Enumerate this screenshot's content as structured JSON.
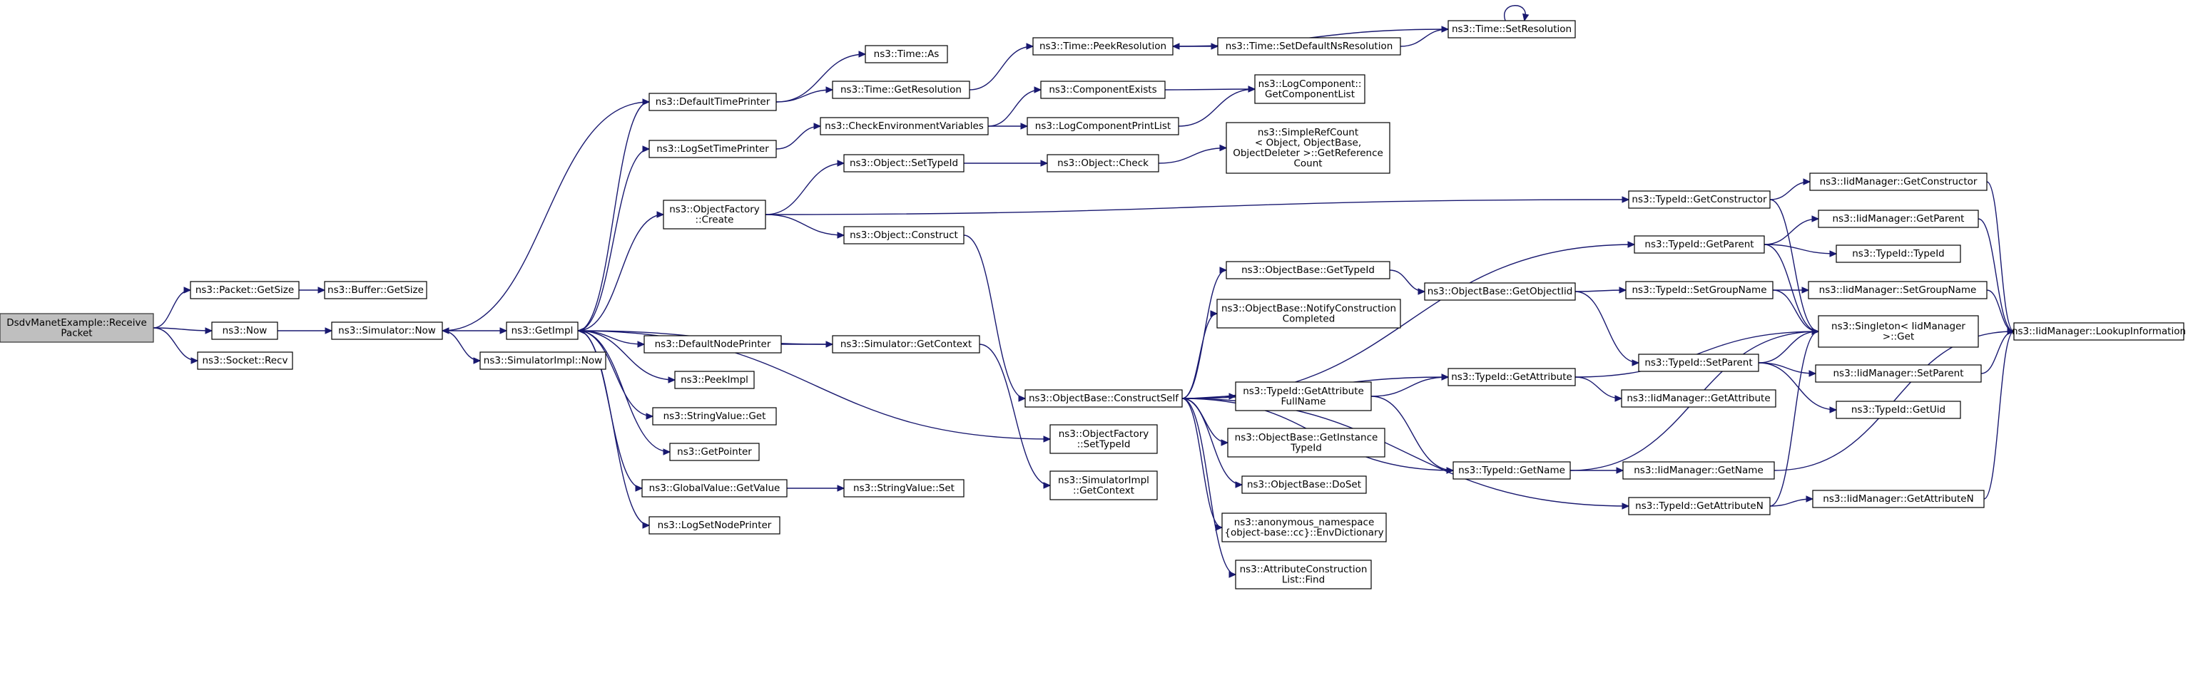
{
  "graph": {
    "nodes": [
      {
        "id": "root",
        "lines": [
          "DsdvManetExample::Receive",
          "Packet"
        ],
        "root": true
      },
      {
        "id": "pkt_getsize",
        "lines": [
          "ns3::Packet::GetSize"
        ]
      },
      {
        "id": "now",
        "lines": [
          "ns3::Now"
        ]
      },
      {
        "id": "sock_recv",
        "lines": [
          "ns3::Socket::Recv"
        ]
      },
      {
        "id": "buf_getsize",
        "lines": [
          "ns3::Buffer::GetSize"
        ]
      },
      {
        "id": "sim_now",
        "lines": [
          "ns3::Simulator::Now"
        ]
      },
      {
        "id": "getimpl",
        "lines": [
          "ns3::GetImpl"
        ]
      },
      {
        "id": "simimpl_now",
        "lines": [
          "ns3::SimulatorImpl::Now"
        ]
      },
      {
        "id": "deftimeprinter",
        "lines": [
          "ns3::DefaultTimePrinter"
        ]
      },
      {
        "id": "logsettimeprinter",
        "lines": [
          "ns3::LogSetTimePrinter"
        ]
      },
      {
        "id": "objfactory_create",
        "lines": [
          "ns3::ObjectFactory",
          "::Create"
        ]
      },
      {
        "id": "defnodeprinter",
        "lines": [
          "ns3::DefaultNodePrinter"
        ]
      },
      {
        "id": "peekimpl",
        "lines": [
          "ns3::PeekImpl"
        ]
      },
      {
        "id": "stringvalue_get",
        "lines": [
          "ns3::StringValue::Get"
        ]
      },
      {
        "id": "getpointer",
        "lines": [
          "ns3::GetPointer"
        ]
      },
      {
        "id": "globalvalue_getvalue",
        "lines": [
          "ns3::GlobalValue::GetValue"
        ]
      },
      {
        "id": "logsetnodeprinter",
        "lines": [
          "ns3::LogSetNodePrinter"
        ]
      },
      {
        "id": "time_as",
        "lines": [
          "ns3::Time::As"
        ]
      },
      {
        "id": "time_getres",
        "lines": [
          "ns3::Time::GetResolution"
        ]
      },
      {
        "id": "checkenv",
        "lines": [
          "ns3::CheckEnvironmentVariables"
        ]
      },
      {
        "id": "obj_settypeid",
        "lines": [
          "ns3::Object::SetTypeId"
        ]
      },
      {
        "id": "obj_construct",
        "lines": [
          "ns3::Object::Construct"
        ]
      },
      {
        "id": "sim_getcontext",
        "lines": [
          "ns3::Simulator::GetContext"
        ]
      },
      {
        "id": "stringvalue_set",
        "lines": [
          "ns3::StringValue::Set"
        ]
      },
      {
        "id": "time_peekres",
        "lines": [
          "ns3::Time::PeekResolution"
        ]
      },
      {
        "id": "time_setdefns",
        "lines": [
          "ns3::Time::SetDefaultNsResolution"
        ]
      },
      {
        "id": "time_setres",
        "lines": [
          "ns3::Time::SetResolution"
        ]
      },
      {
        "id": "compexists",
        "lines": [
          "ns3::ComponentExists"
        ]
      },
      {
        "id": "logcompprintlist",
        "lines": [
          "ns3::LogComponentPrintList"
        ]
      },
      {
        "id": "logcomp_getlist",
        "lines": [
          "ns3::LogComponent::",
          "GetComponentList"
        ]
      },
      {
        "id": "obj_check",
        "lines": [
          "ns3::Object::Check"
        ]
      },
      {
        "id": "simplerefcount",
        "lines": [
          "ns3::SimpleRefCount",
          "< Object, ObjectBase,",
          "ObjectDeleter >::GetReference",
          "Count"
        ]
      },
      {
        "id": "objbase_gettypeid",
        "lines": [
          "ns3::ObjectBase::GetTypeId"
        ]
      },
      {
        "id": "objbase_notify",
        "lines": [
          "ns3::ObjectBase::NotifyConstruction",
          "Completed"
        ]
      },
      {
        "id": "objbase_constructself",
        "lines": [
          "ns3::ObjectBase::ConstructSelf"
        ]
      },
      {
        "id": "objfactory_settypeid",
        "lines": [
          "ns3::ObjectFactory",
          "::SetTypeId"
        ]
      },
      {
        "id": "simimpl_getcontext",
        "lines": [
          "ns3::SimulatorImpl",
          "::GetContext"
        ]
      },
      {
        "id": "objbase_getobjectiid",
        "lines": [
          "ns3::ObjectBase::GetObjectIid"
        ]
      },
      {
        "id": "typeid_getattrfullname",
        "lines": [
          "ns3::TypeId::GetAttribute",
          "FullName"
        ]
      },
      {
        "id": "objbase_getinstancetypeid",
        "lines": [
          "ns3::ObjectBase::GetInstance",
          "TypeId"
        ]
      },
      {
        "id": "objbase_doset",
        "lines": [
          "ns3::ObjectBase::DoSet"
        ]
      },
      {
        "id": "anon_envdict",
        "lines": [
          "ns3::anonymous_namespace",
          "{object-base::cc}::EnvDictionary"
        ]
      },
      {
        "id": "attrconstlist_find",
        "lines": [
          "ns3::AttributeConstruction",
          "List::Find"
        ]
      },
      {
        "id": "typeid_getconstructor",
        "lines": [
          "ns3::TypeId::GetConstructor"
        ]
      },
      {
        "id": "typeid_getparent",
        "lines": [
          "ns3::TypeId::GetParent"
        ]
      },
      {
        "id": "typeid_setgroupname",
        "lines": [
          "ns3::TypeId::SetGroupName"
        ]
      },
      {
        "id": "typeid_getattribute",
        "lines": [
          "ns3::TypeId::GetAttribute"
        ]
      },
      {
        "id": "typeid_setparent",
        "lines": [
          "ns3::TypeId::SetParent"
        ]
      },
      {
        "id": "typeid_getname",
        "lines": [
          "ns3::TypeId::GetName"
        ]
      },
      {
        "id": "typeid_getattributen",
        "lines": [
          "ns3::TypeId::GetAttributeN"
        ]
      },
      {
        "id": "iid_getconstructor",
        "lines": [
          "ns3::IidManager::GetConstructor"
        ]
      },
      {
        "id": "iid_getparent",
        "lines": [
          "ns3::IidManager::GetParent"
        ]
      },
      {
        "id": "typeid_typeid",
        "lines": [
          "ns3::TypeId::TypeId"
        ]
      },
      {
        "id": "iid_setgroupname",
        "lines": [
          "ns3::IidManager::SetGroupName"
        ]
      },
      {
        "id": "singleton_get",
        "lines": [
          "ns3::Singleton< IidManager",
          "  >::Get"
        ]
      },
      {
        "id": "iid_setparent",
        "lines": [
          "ns3::IidManager::SetParent"
        ]
      },
      {
        "id": "typeid_getuid",
        "lines": [
          "ns3::TypeId::GetUid"
        ]
      },
      {
        "id": "iid_getattribute",
        "lines": [
          "ns3::IidManager::GetAttribute"
        ]
      },
      {
        "id": "iid_getname",
        "lines": [
          "ns3::IidManager::GetName"
        ]
      },
      {
        "id": "iid_getattributen",
        "lines": [
          "ns3::IidManager::GetAttributeN"
        ]
      },
      {
        "id": "iid_lookupinfo",
        "lines": [
          "ns3::IidManager::LookupInformation"
        ]
      }
    ],
    "edges": [
      [
        "root",
        "pkt_getsize"
      ],
      [
        "root",
        "now"
      ],
      [
        "root",
        "sock_recv"
      ],
      [
        "pkt_getsize",
        "buf_getsize"
      ],
      [
        "now",
        "sim_now"
      ],
      [
        "sim_now",
        "getimpl"
      ],
      [
        "sim_now",
        "simimpl_now"
      ],
      [
        "getimpl",
        "deftimeprinter"
      ],
      [
        "getimpl",
        "logsettimeprinter"
      ],
      [
        "getimpl",
        "objfactory_create"
      ],
      [
        "getimpl",
        "defnodeprinter"
      ],
      [
        "getimpl",
        "peekimpl"
      ],
      [
        "getimpl",
        "stringvalue_get"
      ],
      [
        "getimpl",
        "getpointer"
      ],
      [
        "getimpl",
        "globalvalue_getvalue"
      ],
      [
        "getimpl",
        "logsetnodeprinter"
      ],
      [
        "getimpl",
        "objfactory_settypeid"
      ],
      [
        "deftimeprinter",
        "sim_now"
      ],
      [
        "deftimeprinter",
        "time_as"
      ],
      [
        "deftimeprinter",
        "time_getres"
      ],
      [
        "logsettimeprinter",
        "checkenv"
      ],
      [
        "objfactory_create",
        "obj_settypeid"
      ],
      [
        "objfactory_create",
        "obj_construct"
      ],
      [
        "objfactory_create",
        "typeid_getconstructor"
      ],
      [
        "defnodeprinter",
        "sim_getcontext"
      ],
      [
        "sim_getcontext",
        "getimpl"
      ],
      [
        "sim_getcontext",
        "simimpl_getcontext"
      ],
      [
        "globalvalue_getvalue",
        "stringvalue_set"
      ],
      [
        "time_getres",
        "time_peekres"
      ],
      [
        "time_setdefns",
        "time_setres"
      ],
      [
        "time_setres",
        "time_peekres"
      ],
      [
        "time_setres",
        "time_setres"
      ],
      [
        "time_peekres",
        "time_setdefns"
      ],
      [
        "checkenv",
        "compexists"
      ],
      [
        "checkenv",
        "logcompprintlist"
      ],
      [
        "compexists",
        "logcomp_getlist"
      ],
      [
        "logcompprintlist",
        "logcomp_getlist"
      ],
      [
        "obj_settypeid",
        "obj_check"
      ],
      [
        "obj_check",
        "simplerefcount"
      ],
      [
        "obj_construct",
        "objbase_constructself"
      ],
      [
        "objbase_constructself",
        "objbase_gettypeid"
      ],
      [
        "objbase_constructself",
        "objbase_notify"
      ],
      [
        "objbase_constructself",
        "typeid_getparent"
      ],
      [
        "objbase_constructself",
        "typeid_getattribute"
      ],
      [
        "objbase_constructself",
        "typeid_getattrfullname"
      ],
      [
        "objbase_constructself",
        "objbase_getinstancetypeid"
      ],
      [
        "objbase_constructself",
        "objbase_doset"
      ],
      [
        "objbase_constructself",
        "anon_envdict"
      ],
      [
        "objbase_constructself",
        "attrconstlist_find"
      ],
      [
        "objbase_constructself",
        "typeid_getname"
      ],
      [
        "objbase_constructself",
        "typeid_getattributen"
      ],
      [
        "objbase_gettypeid",
        "objbase_getobjectiid"
      ],
      [
        "objbase_getobjectiid",
        "typeid_setgroupname"
      ],
      [
        "objbase_getobjectiid",
        "typeid_setparent"
      ],
      [
        "typeid_getattrfullname",
        "typeid_getattribute"
      ],
      [
        "typeid_getattrfullname",
        "typeid_getname"
      ],
      [
        "typeid_getconstructor",
        "iid_getconstructor"
      ],
      [
        "typeid_getconstructor",
        "singleton_get"
      ],
      [
        "typeid_getparent",
        "iid_getparent"
      ],
      [
        "typeid_getparent",
        "typeid_typeid"
      ],
      [
        "typeid_getparent",
        "singleton_get"
      ],
      [
        "typeid_setgroupname",
        "iid_setgroupname"
      ],
      [
        "typeid_setgroupname",
        "singleton_get"
      ],
      [
        "typeid_getattribute",
        "singleton_get"
      ],
      [
        "typeid_getattribute",
        "iid_getattribute"
      ],
      [
        "typeid_setparent",
        "singleton_get"
      ],
      [
        "typeid_setparent",
        "iid_setparent"
      ],
      [
        "typeid_setparent",
        "typeid_getuid"
      ],
      [
        "typeid_getname",
        "singleton_get"
      ],
      [
        "typeid_getname",
        "iid_getname"
      ],
      [
        "typeid_getattributen",
        "singleton_get"
      ],
      [
        "typeid_getattributen",
        "iid_getattributen"
      ],
      [
        "iid_getconstructor",
        "iid_lookupinfo"
      ],
      [
        "iid_getparent",
        "iid_lookupinfo"
      ],
      [
        "iid_setgroupname",
        "iid_lookupinfo"
      ],
      [
        "iid_setparent",
        "iid_lookupinfo"
      ],
      [
        "iid_getname",
        "iid_lookupinfo"
      ],
      [
        "iid_getattributen",
        "iid_lookupinfo"
      ]
    ]
  }
}
